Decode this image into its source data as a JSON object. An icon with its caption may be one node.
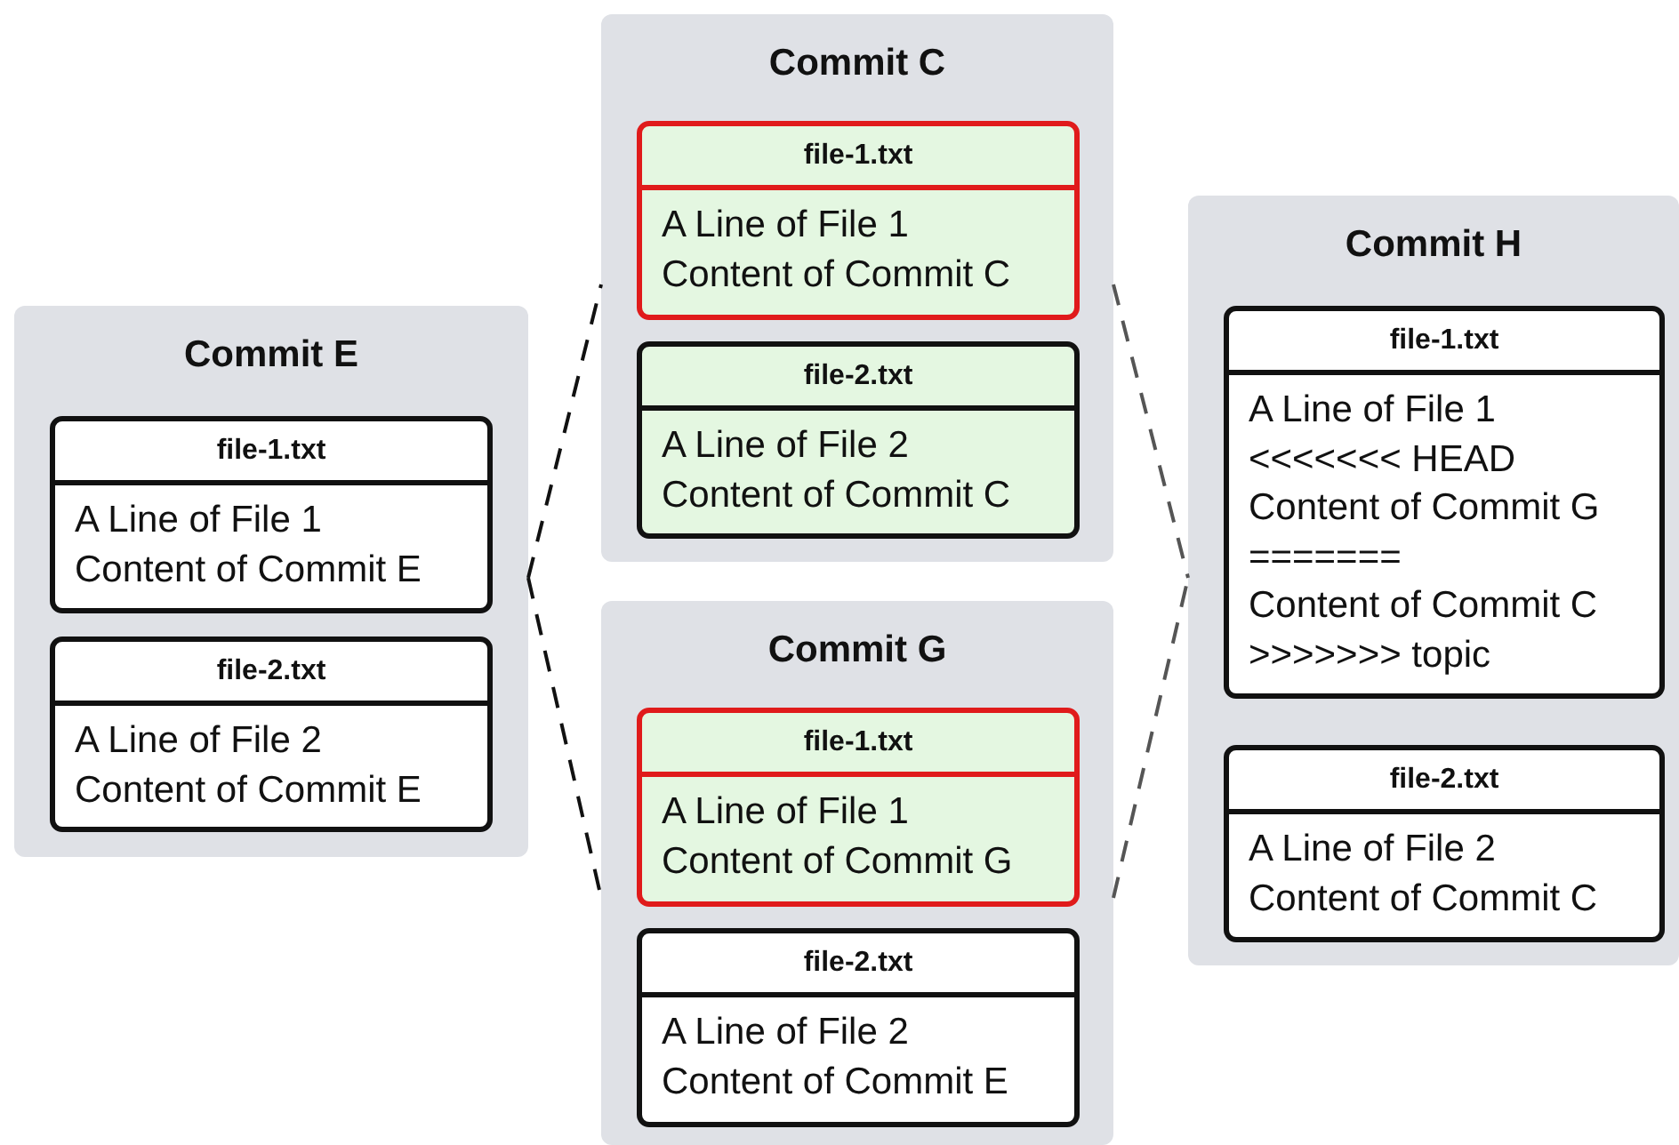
{
  "diagram": {
    "nodes": [
      {
        "text": [
          "Commit E"
        ]
      },
      {
        "text": [
          "file-1.txt",
          "A Line of File 1",
          "Content of Commit E"
        ],
        "in": 0
      },
      {
        "text": [
          "file-2.txt",
          "A Line of File 2",
          "Content of Commit E"
        ],
        "in": 0
      },
      {
        "text": [
          "Commit C"
        ]
      },
      {
        "text": [
          "file-1.txt",
          "A Line of File 1",
          "Content of Commit C"
        ],
        "in": 3
      },
      {
        "text": [
          "file-2.txt",
          "A Line of File 2",
          "Content of Commit C"
        ],
        "in": 3
      },
      {
        "text": [
          "Commit G"
        ]
      },
      {
        "text": [
          "file-1.txt",
          "A Line of File 1",
          "Content of Commit G"
        ],
        "in": 6
      },
      {
        "text": [
          "file-2.txt",
          "A Line of File 2",
          "Content of Commit E"
        ],
        "in": 6
      },
      {
        "text": [
          "Commit H"
        ]
      },
      {
        "text": [
          "file-1.txt",
          "A Line of File 1",
          "<<<<<<< HEAD",
          "Content of Commit G",
          "=======",
          "Content of Commit C",
          ">>>>>>> topic"
        ],
        "in": 9
      },
      {
        "text": [
          "file-2.txt",
          "A Line of File 2",
          "Content of Commit C"
        ],
        "in": 9
      }
    ],
    "edges": [
      {
        "from": 0,
        "to": 3,
        "arrow": "none",
        "style": "dashed"
      },
      {
        "from": 0,
        "to": 6,
        "arrow": "none",
        "style": "dashed"
      },
      {
        "from": 3,
        "to": 9,
        "arrow": "none",
        "style": "dashed",
        "color": "#555555"
      },
      {
        "from": 6,
        "to": 9,
        "arrow": "none",
        "style": "dashed",
        "color": "#555555"
      }
    ]
  }
}
